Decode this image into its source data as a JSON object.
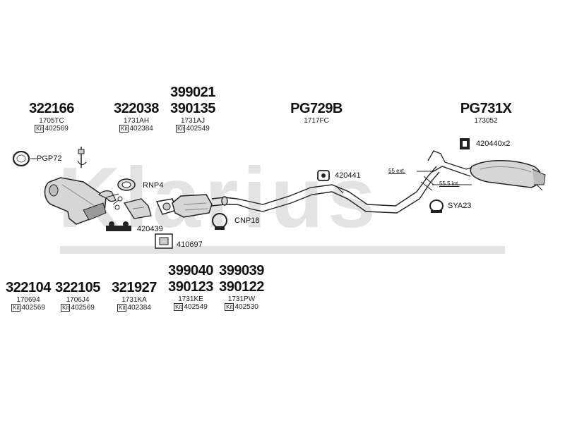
{
  "watermark": "Klarius",
  "groups": [
    {
      "id": "g1",
      "parts": [
        "322166"
      ],
      "ref": "1705TC",
      "kit": "402569"
    },
    {
      "id": "g2",
      "parts": [
        "322038"
      ],
      "ref": "1731AH",
      "kit": "402384"
    },
    {
      "id": "g3",
      "parts": [
        "399021",
        "390135"
      ],
      "ref": "1731AJ",
      "kit": "402549"
    },
    {
      "id": "g4",
      "parts": [
        "PG729B"
      ],
      "ref": "1717FC"
    },
    {
      "id": "g5",
      "parts": [
        "PG731X"
      ],
      "ref": "173052"
    },
    {
      "id": "g6",
      "parts": [
        "322104"
      ],
      "ref": "170694",
      "kit": "402569"
    },
    {
      "id": "g7",
      "parts": [
        "322105"
      ],
      "ref": "1706J4",
      "kit": "402569"
    },
    {
      "id": "g8",
      "parts": [
        "321927"
      ],
      "ref": "1731KA",
      "kit": "402384"
    },
    {
      "id": "g9",
      "parts": [
        "399040",
        "390123"
      ],
      "ref": "1731KE",
      "kit": "402549"
    },
    {
      "id": "g10",
      "parts": [
        "399039",
        "390122"
      ],
      "ref": "1731PW",
      "kit": "402530"
    }
  ],
  "kit_label": "Kit",
  "callouts": {
    "pgp72": "PGP72",
    "rnp4": "RNP4",
    "p420439": "420439",
    "p410697": "410697",
    "cnp18": "CNP18",
    "p420441": "420441",
    "p420440": "420440x2",
    "sya23": "SYA23"
  },
  "dimensions": {
    "d55ext": "55 ext.",
    "d555int": "55.5 int."
  },
  "colors": {
    "line": "#222222",
    "watermark": "#e3e3e3",
    "part_fill": "#d6d6d6",
    "part_dark": "#9a9a9a"
  }
}
